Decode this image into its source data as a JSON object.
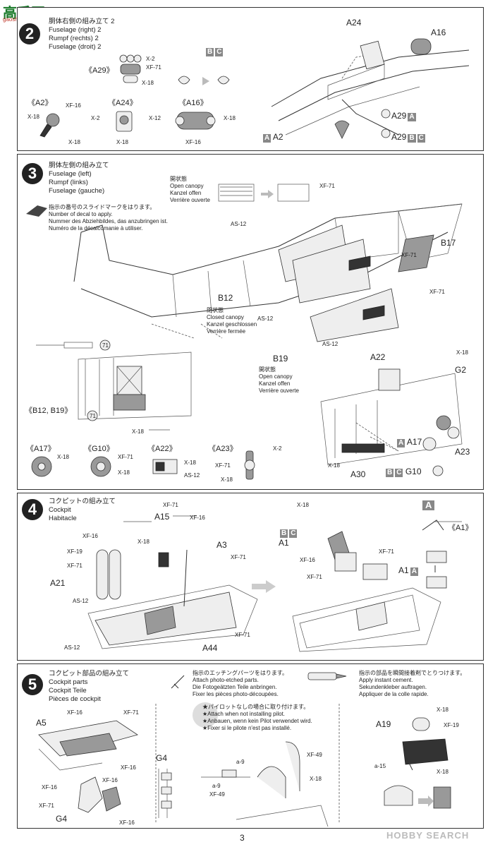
{
  "watermark_top": {
    "brand": "高手网",
    "url": "gaoshou.net"
  },
  "watermark_bottom": {
    "text": "HOBBY SEARCH"
  },
  "page_number": "3",
  "step2": {
    "number": "2",
    "title_jp": "胴体右側の組み立て 2",
    "title_en": "Fuselage (right) 2",
    "title_de": "Rumpf (rechts) 2",
    "title_fr": "Fuselage (droit) 2",
    "parts": {
      "a24": "A24",
      "a16": "A16",
      "a29": "A29",
      "a2": "A2"
    },
    "subassemblies": {
      "a29": "《A29》",
      "a2": "《A2》",
      "a24": "《A24》",
      "a16": "《A16》"
    },
    "paints": {
      "x2": "X-2",
      "xf71": "XF-71",
      "x18": "X-18",
      "xf16": "XF-16",
      "x12": "X-12"
    },
    "version_tags": {
      "a": "A",
      "b": "B",
      "c": "C"
    }
  },
  "step3": {
    "number": "3",
    "title_jp": "胴体左側の組み立て",
    "title_en": "Fuselage (left)",
    "title_de": "Rumpf (links)",
    "title_fr": "Fuselage (gauche)",
    "open_canopy": {
      "jp": "開状態",
      "en": "Open canopy",
      "de": "Kanzel offen",
      "fr": "Verrière ouverte"
    },
    "closed_canopy": {
      "jp": "閉状態",
      "en": "Closed canopy",
      "de": "Kanzel geschlossen",
      "fr": "Verrière fermée"
    },
    "decal_note": {
      "jp": "指示の番号のスライドマークをはります。",
      "en": "Number of decal to apply.",
      "de": "Nummer des Abziehbildes, das anzubringen ist.",
      "fr": "Numéro de la décalcomanie à utiliser."
    },
    "parts": {
      "b17": "B17",
      "b12": "B12",
      "b19": "B19",
      "a22": "A22",
      "g2": "G2",
      "a17": "A17",
      "a23": "A23",
      "a30": "A30",
      "g10": "G10"
    },
    "subassemblies": {
      "b12b19": "《B12, B19》",
      "a17": "《A17》",
      "g10": "《G10》",
      "a22": "《A22》",
      "a23": "《A23》"
    },
    "paints": {
      "xf71": "XF-71",
      "as12": "AS-12",
      "x18": "X-18",
      "x2": "X-2"
    },
    "decal_no": "71"
  },
  "step4": {
    "number": "4",
    "title_jp": "コクピットの組み立て",
    "title_en": "Cockpit",
    "title_de": "Habitacle",
    "parts": {
      "a15": "A15",
      "a3": "A3",
      "a21": "A21",
      "a44": "A44",
      "a1": "A1"
    },
    "subassemblies": {
      "a1": "《A1》"
    },
    "paints": {
      "xf71": "XF-71",
      "xf16": "XF-16",
      "xf19": "XF-19",
      "x18": "X-18",
      "as12": "AS-12"
    }
  },
  "step5": {
    "number": "5",
    "title_jp": "コクピット部品の組み立て",
    "title_en": "Cockpit parts",
    "title_de": "Cockpit Teile",
    "title_fr": "Pièces de cockpit",
    "photoetch_note": {
      "jp": "指示のエッチングパーツをはります。",
      "en": "Attach photo-etched parts.",
      "de": "Die Fotogeätzten Teile anbringen.",
      "fr": "Fixer les pièces photo-découpées."
    },
    "cement_note": {
      "jp": "指示の部品を瞬間接着剤でとりつけます。",
      "en": "Apply instant cement.",
      "de": "Sekundenkleber auftragen.",
      "fr": "Appliquer de la colle rapide."
    },
    "pilot_note": {
      "jp": "★パイロットなしの場合に取り付けます。",
      "en": "★Attach when not installing pilot.",
      "de": "★Anbauen, wenn kein Pilot verwendet wird.",
      "fr": "★Fixer si le pilote n'est pas installé."
    },
    "parts": {
      "a5": "A5",
      "g4": "G4",
      "a19": "A19",
      "a9": "a-9",
      "a15": "a-15"
    },
    "paints": {
      "xf16": "XF-16",
      "xf71": "XF-71",
      "xf49": "XF-49",
      "x18": "X-18",
      "xf19": "XF-19"
    }
  },
  "colors": {
    "tag_grey": "#888888",
    "step_badge": "#222222"
  }
}
